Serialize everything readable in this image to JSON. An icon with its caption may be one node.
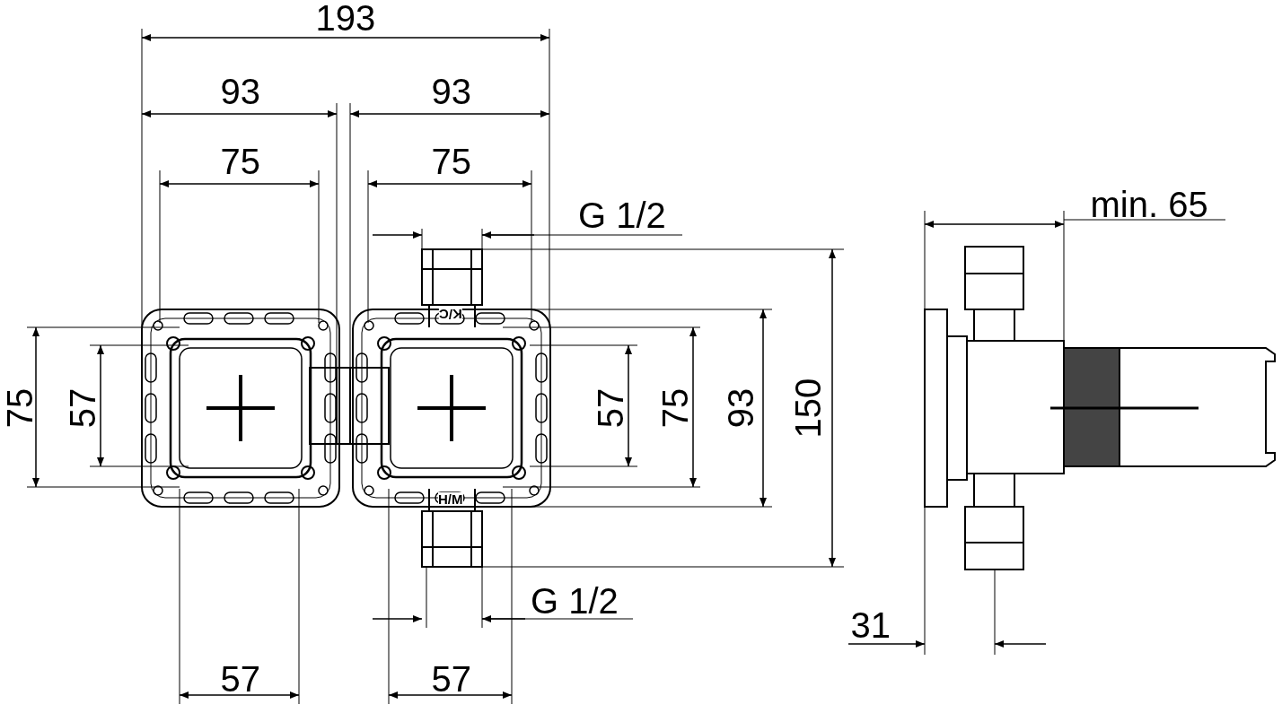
{
  "diagram": {
    "labels": [
      "193",
      "93",
      "93",
      "75",
      "75",
      "G 1/2",
      "min. 65",
      "K/C",
      "75",
      "57",
      "57",
      "75",
      "93",
      "150",
      "H/M",
      "G 1/2",
      "31",
      "57",
      "57"
    ]
  }
}
